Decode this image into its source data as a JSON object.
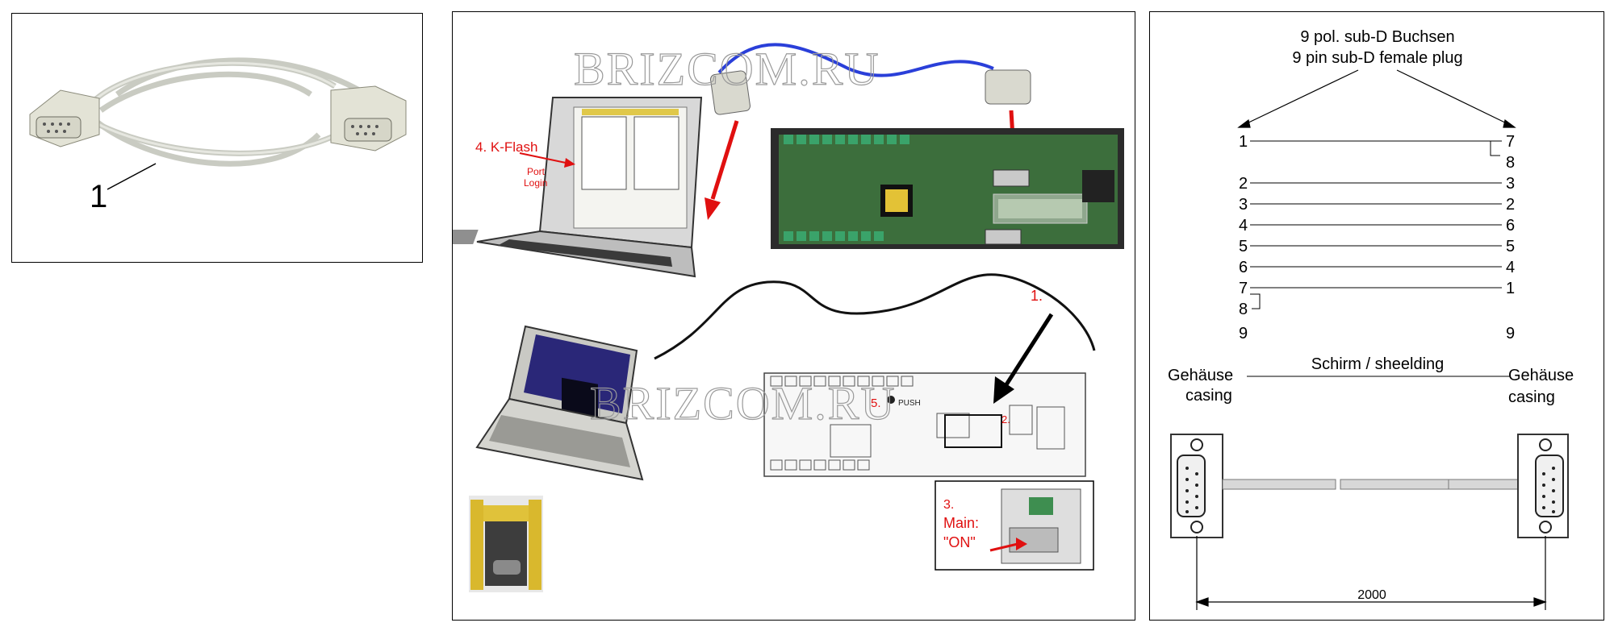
{
  "watermark": "BRIZCOM.RU",
  "cable_photo": {
    "callout": "1"
  },
  "connection_diagram": {
    "step1": "1.",
    "step2": "2.",
    "step3_num": "3.",
    "step3_main": "Main:",
    "step3_on": "\"ON\"",
    "step4": "4. K-Flash",
    "step4_port": "Port",
    "step4_login": "Login",
    "step5": "5.",
    "push": "PUSH"
  },
  "wiring": {
    "title_de": "9 pol. sub-D Buchsen",
    "title_en": "9 pin sub-D female plug",
    "pins_left": [
      "1",
      "2",
      "3",
      "4",
      "5",
      "6",
      "7",
      "8",
      "9"
    ],
    "pins_right": [
      "7",
      "8",
      "3",
      "2",
      "6",
      "5",
      "4",
      "1",
      "9"
    ],
    "shield": "Schirm / sheelding",
    "housing_left": "Gehäuse",
    "casing_left": "casing",
    "housing_right": "Gehäuse",
    "casing_right": "casing",
    "length": "2000"
  }
}
